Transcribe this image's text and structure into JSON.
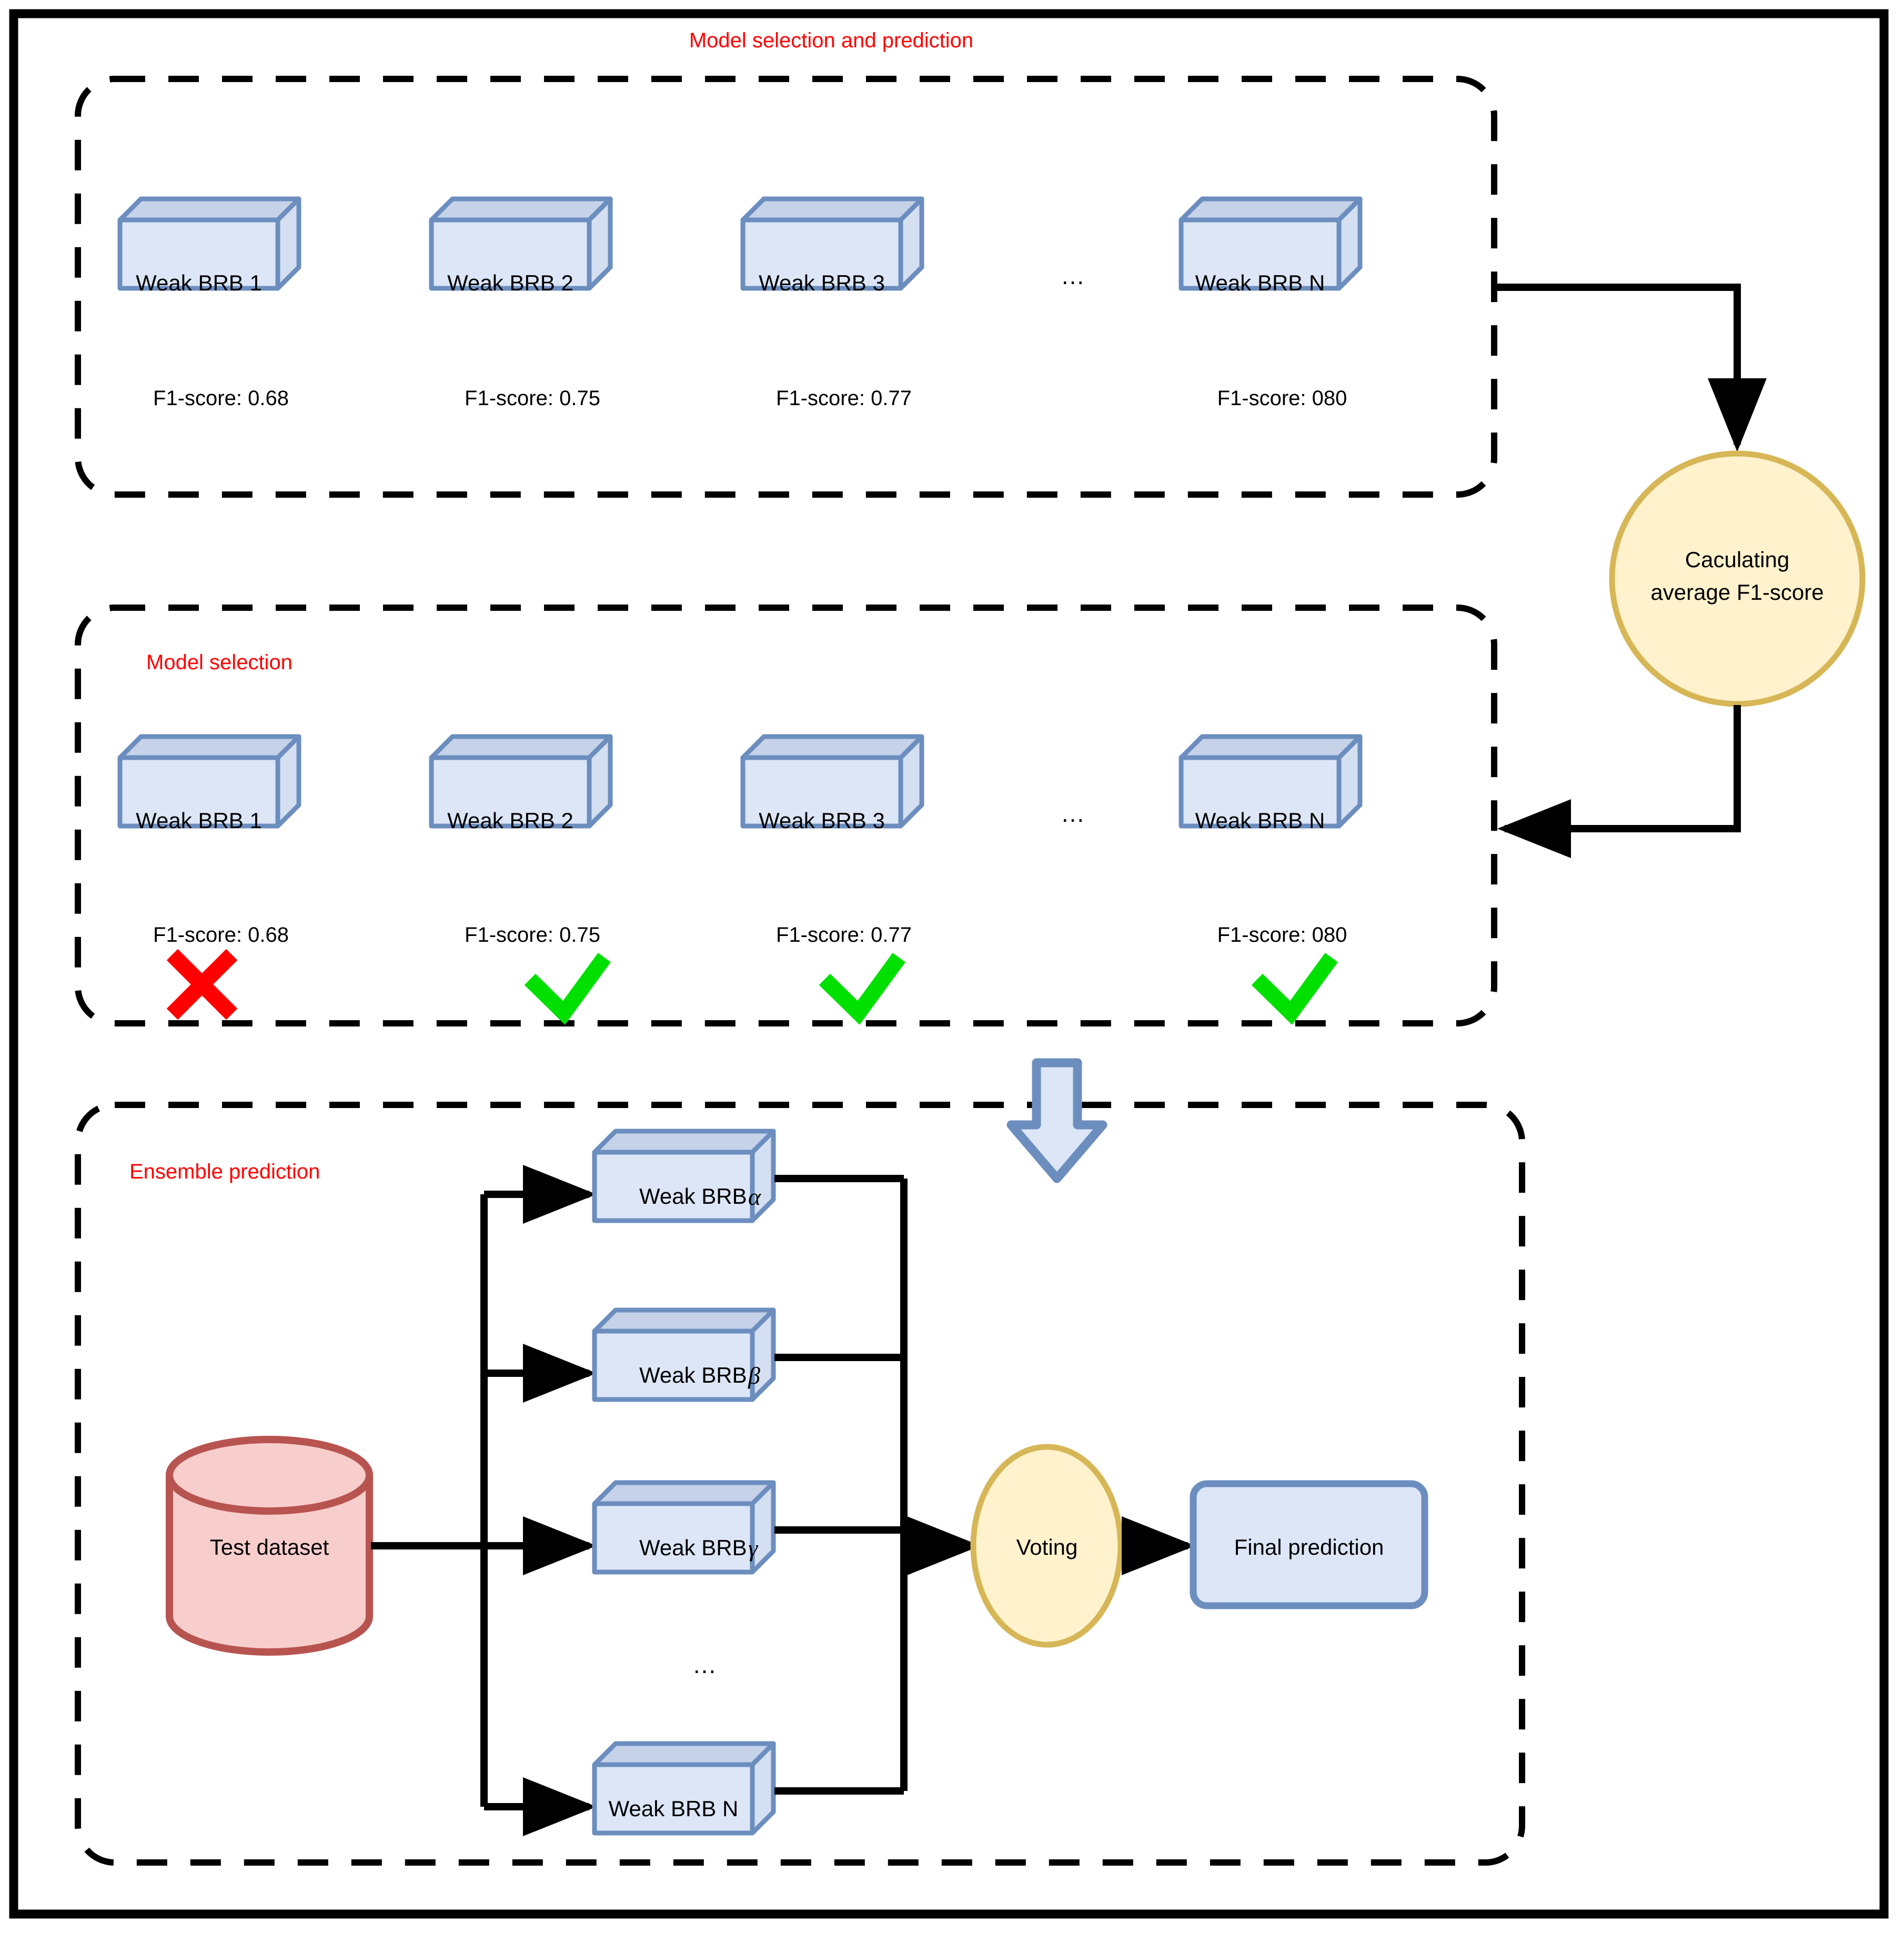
{
  "diagram": {
    "title_color": "#ff0000",
    "panels": [
      {
        "id": "model-selection-and-prediction",
        "title": "Model selection and prediction",
        "models": [
          {
            "label": "Weak BRB 1",
            "score": "F1-score: 0.68"
          },
          {
            "label": "Weak BRB 2",
            "score": "F1-score: 0.75"
          },
          {
            "label": "Weak BRB 3",
            "score": "F1-score: 0.77"
          },
          {
            "label": "Weak BRB N",
            "score": "F1-score: 080"
          }
        ],
        "ellipsis": "..."
      },
      {
        "id": "model-selection",
        "title": "Model selection",
        "models": [
          {
            "label": "Weak BRB 1",
            "score": "F1-score: 0.68",
            "mark": "cross"
          },
          {
            "label": "Weak BRB 2",
            "score": "F1-score: 0.75",
            "mark": "check"
          },
          {
            "label": "Weak BRB 3",
            "score": "F1-score: 0.77",
            "mark": "check"
          },
          {
            "label": "Weak BRB N",
            "score": "F1-score: 080",
            "mark": "check"
          }
        ],
        "ellipsis": "..."
      },
      {
        "id": "ensemble-prediction",
        "title": "Ensemble prediction",
        "dataset": "Test dataset",
        "models": [
          {
            "label": "Weak BRB ",
            "greek": "α"
          },
          {
            "label": "Weak BRB ",
            "greek": "β"
          },
          {
            "label": "Weak BRB ",
            "greek": "γ"
          },
          {
            "label": "Weak BRB N",
            "greek": ""
          }
        ],
        "ellipsis": "...",
        "voting": "Voting",
        "final": "Final prediction"
      }
    ],
    "calc_node": {
      "line1": "Caculating",
      "line2": "average F1-score"
    },
    "colors": {
      "cube_front": "#dae3f3",
      "cube_top": "#c5d2e8",
      "cube_side": "#d2ddf0",
      "cube_stroke": "#6c8ebf",
      "circle_fill": "#fff2cc",
      "circle_stroke": "#d6b656",
      "cylinder_fill": "#f8cecc",
      "cylinder_stroke": "#b85450",
      "check_green": "#00e000",
      "cross_red": "#ff0000",
      "title_red": "#ff0000",
      "edge_black": "#000000"
    }
  }
}
